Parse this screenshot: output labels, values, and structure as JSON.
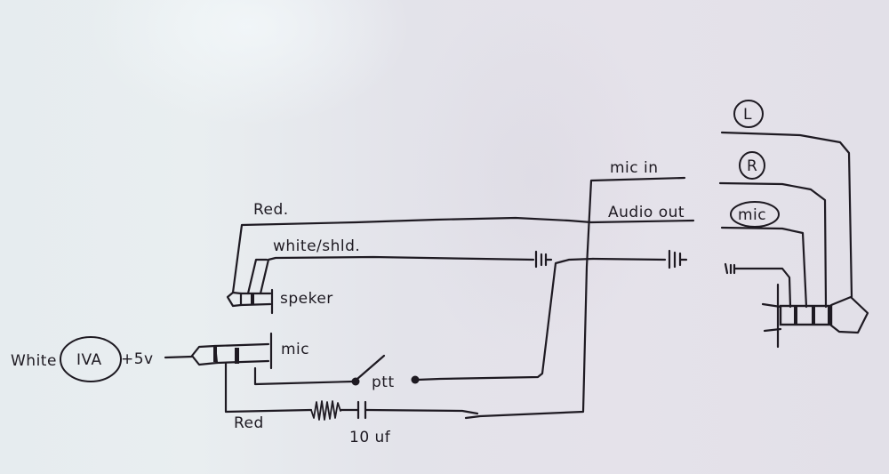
{
  "diagram": {
    "type": "hand-drawn wiring schematic",
    "ink_color": "#1e1a22",
    "paper_color": "#e6e8ee",
    "labels": {
      "power_wire_color": "White",
      "power_source": "IVA",
      "power_voltage": "+5v",
      "speaker_red_wire": "Red.",
      "speaker_shield_wire": "white/shld.",
      "speaker_jack": "speker",
      "mic_jack": "mic",
      "ptt_switch": "ptt",
      "mic_red_wire": "Red",
      "capacitor": "10 uf",
      "mic_in": "mic in",
      "audio_out": "Audio out",
      "trrs_left": "L",
      "trrs_right": "R",
      "trrs_mic": "mic"
    },
    "components": [
      {
        "name": "speaker-jack",
        "label": "speker"
      },
      {
        "name": "mic-jack",
        "label": "mic"
      },
      {
        "name": "ptt-switch",
        "label": "ptt"
      },
      {
        "name": "resistor"
      },
      {
        "name": "capacitor",
        "label": "10 uf"
      },
      {
        "name": "trrs-plug",
        "contacts": [
          "L",
          "R",
          "mic",
          "ground"
        ]
      }
    ]
  }
}
